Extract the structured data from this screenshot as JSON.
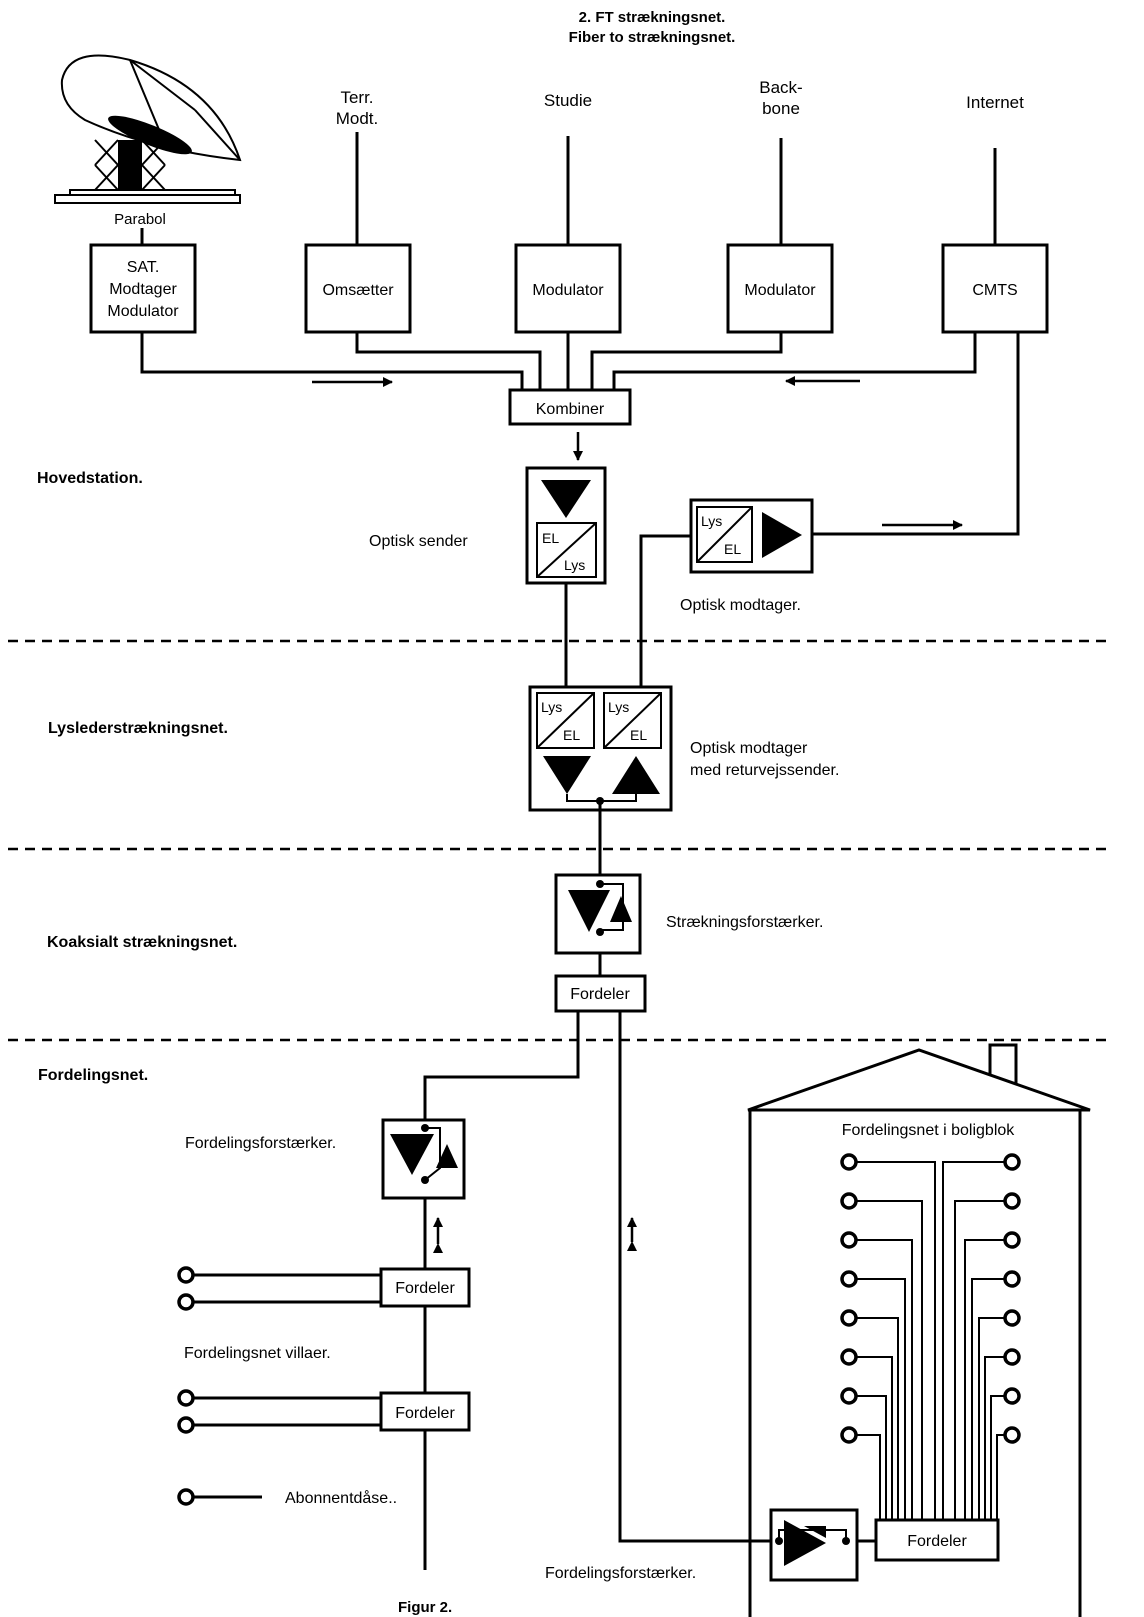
{
  "title": {
    "line1": "2. FT strækningsnet.",
    "line2": "Fiber to strækningsnet."
  },
  "sources": {
    "parabol": "Parabol",
    "terr_line1": "Terr.",
    "terr_line2": "Modt.",
    "studie": "Studie",
    "backbone_line1": "Back-",
    "backbone_line2": "bone",
    "internet": "Internet"
  },
  "headend_boxes": {
    "sat_line1": "SAT.",
    "sat_line2": "Modtager",
    "sat_line3": "Modulator",
    "omsaetter": "Omsætter",
    "modulator1": "Modulator",
    "modulator2": "Modulator",
    "cmts": "CMTS",
    "kombiner": "Kombiner"
  },
  "sections": {
    "hovedstation": "Hovedstation.",
    "lysleder": "Lyslederstrækningsnet.",
    "koaksialt": "Koaksialt strækningsnet.",
    "fordelingsnet": "Fordelingsnet."
  },
  "optical": {
    "sender_label": "Optisk sender",
    "sender_el": "EL",
    "sender_lys": "Lys",
    "modtager_label": "Optisk modtager.",
    "modtager_lys": "Lys",
    "modtager_el": "EL",
    "node_lys1": "Lys",
    "node_el1": "EL",
    "node_lys2": "Lys",
    "node_el2": "EL",
    "node_label_line1": "Optisk modtager",
    "node_label_line2": " med returvejssender."
  },
  "coax": {
    "amplifier_label": "Strækningsforstærker.",
    "fordeler": "Fordeler"
  },
  "distribution": {
    "amplifier_label": "Fordelingsforstærker.",
    "fordeler1": "Fordeler",
    "fordeler2": "Fordeler",
    "villa_label": "Fordelingsnet villaer.",
    "legend_label": "Abonnentdåse.."
  },
  "building": {
    "label": "Fordelingsnet i boligblok",
    "fordeler": "Fordeler",
    "amplifier_label": "Fordelingsforstærker."
  },
  "caption": "Figur 2."
}
